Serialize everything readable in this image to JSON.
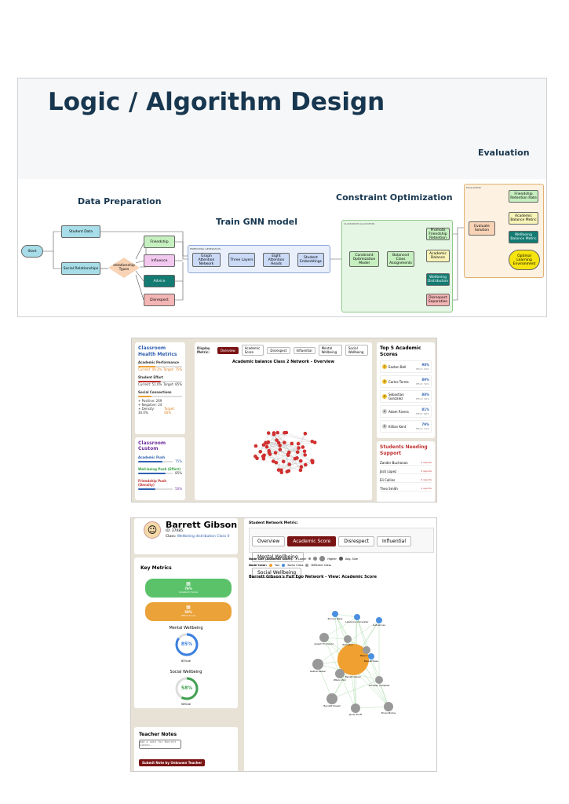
{
  "hero": {
    "title": "Logic / Algorithm Design",
    "sections": {
      "data_prep": "Data Preparation",
      "gnn": "Train GNN model",
      "constraint": "Constraint Optimization",
      "evaluation": "Evaluation"
    },
    "nodes": {
      "start": "Start",
      "student_data": "Student Data",
      "social": "Social Relationships",
      "rel_types": "Relationship Types",
      "friendship": "Friendship",
      "influence": "Influence",
      "advice": "Advice",
      "disrespect": "Disrespect",
      "gat": "Graph Attention Network",
      "three_layers": "Three Layers",
      "eight_heads": "Eight Attention Heads",
      "embeddings": "Student Embeddings",
      "con_model": "Constraint Optimization Model",
      "balanced": "Balanced Class Assignments",
      "promote": "Promote Friendship Retention",
      "academic_balance": "Academic Balance",
      "wellbeing_dist": "Wellbeing Distribution",
      "disrespect_sep": "Disrespect Separation",
      "evaluate": "Evaluate Solution",
      "friend_rate": "Friendship Retention Rate",
      "acad_metric": "Academic Balance Metric",
      "well_metric": "Wellbeing Balance Metric",
      "optimal": "Optimal Learning Environment"
    },
    "groups": {
      "embed": "EMBEDDING GENERATION",
      "alloc": "CLASSROOM ALLOCATION",
      "eval": "EVALUATION"
    }
  },
  "dash": {
    "health_title": "Classroom Health Metrics",
    "acad_perf": "Academic Performance",
    "acad_current": "Current: 40.2%",
    "acad_target": "Target: 75%",
    "effort": "Student Effort",
    "effort_current": "Current: 51.0%",
    "effort_target": "Target: 85%",
    "social": "Social Connections",
    "pos": "+ Positive: 269",
    "neg": "+ Negative: 24",
    "density": "+ Density: 30.0%",
    "density_target": "Target: 60%",
    "custom_title": "Classroom Custom",
    "acad_push": "Academic Push",
    "acad_push_val": "75%",
    "well_push": "Well-being Push (Effort)",
    "well_push_val": "85%",
    "friend_push": "Friendship Push (Density)",
    "friend_push_val": "50%",
    "display_label": "Display Metric:",
    "tabs": [
      "Overview",
      "Academic Score",
      "Disrespect",
      "Influential",
      "Mental Wellbeing",
      "Social Wellbeing"
    ],
    "network_title": "Academic balance Class 2 Network - Overview",
    "top_title": "Top 5 Academic Scores",
    "top": [
      {
        "rank": "1",
        "name": "Easton Bell",
        "score": "98%",
        "effort": "Effort: 62%"
      },
      {
        "rank": "2",
        "name": "Carlos Torres",
        "score": "89%",
        "effort": "Effort: 50%"
      },
      {
        "rank": "3",
        "name": "Sebastian Gonzalez",
        "score": "88%",
        "effort": "Effort: 40%"
      },
      {
        "rank": "4",
        "name": "Adam Rivera",
        "score": "81%",
        "effort": "Effort: 86%"
      },
      {
        "rank": "5",
        "name": "Killian Kent",
        "score": "79%",
        "effort": "Effort: 91%"
      }
    ],
    "need_title": "Students Needing Support",
    "need": [
      {
        "name": "Zander Buchanan",
        "reports": "3 reports"
      },
      {
        "name": "Jack Lopez",
        "reports": "3 reports"
      },
      {
        "name": "Eli Collins",
        "reports": "2 reports"
      },
      {
        "name": "Theo Smith",
        "reports": "2 reports"
      }
    ]
  },
  "prof": {
    "name": "Barrett Gibson",
    "id": "ID: 37085",
    "class_label": "Class:",
    "class_val": "Wellbeing distribution Class 0",
    "key_metrics": "Key Metrics",
    "acad_val": "76%",
    "acad_lbl": "Academic Score",
    "effort_val": "50%",
    "effort_lbl": "Effort Score",
    "mental": "Mental Wellbeing",
    "mental_val": "85%",
    "mental_pct": "85%ile",
    "social": "Social Wellbeing",
    "social_val": "58%",
    "social_pct": "58%ile",
    "notes_title": "Teacher Notes",
    "notes_placeholder": "Add a note for Barrett Gibson...",
    "submit": "Submit Note by Unknown Teacher",
    "metric_label": "Student Network Metric:",
    "tabs": [
      "Overview",
      "Academic Score",
      "Disrespect",
      "Influential",
      "Mental Wellbeing",
      "Social Wellbeing"
    ],
    "size_label": "Node Size (Academic Score):",
    "lower": "• Lower",
    "higher": "Higher",
    "avg": "Avg. Size",
    "color_label": "Node Color:",
    "you": "You",
    "same": "Same Class",
    "diff": "Different Class",
    "ego_title": "Barrett Gibson's Full Ego Network - View: Academic Score",
    "people": [
      "Barrett Gibson",
      "Zennon Rojas",
      "Lawrence Cornwaller",
      "Gabriel Lee",
      "Joseph Thompson",
      "Ryan Roo",
      "Gabriel Baxter",
      "Mason Zeus",
      "Wilson Zion",
      "Christian Campbell",
      "Beckett Ross",
      "Bruce Moline",
      "Bennett Howell",
      "Javier Pruitt"
    ],
    "colors": {
      "you": "#f0a030",
      "same": "#4a8fe0",
      "diff": "#999999"
    }
  }
}
